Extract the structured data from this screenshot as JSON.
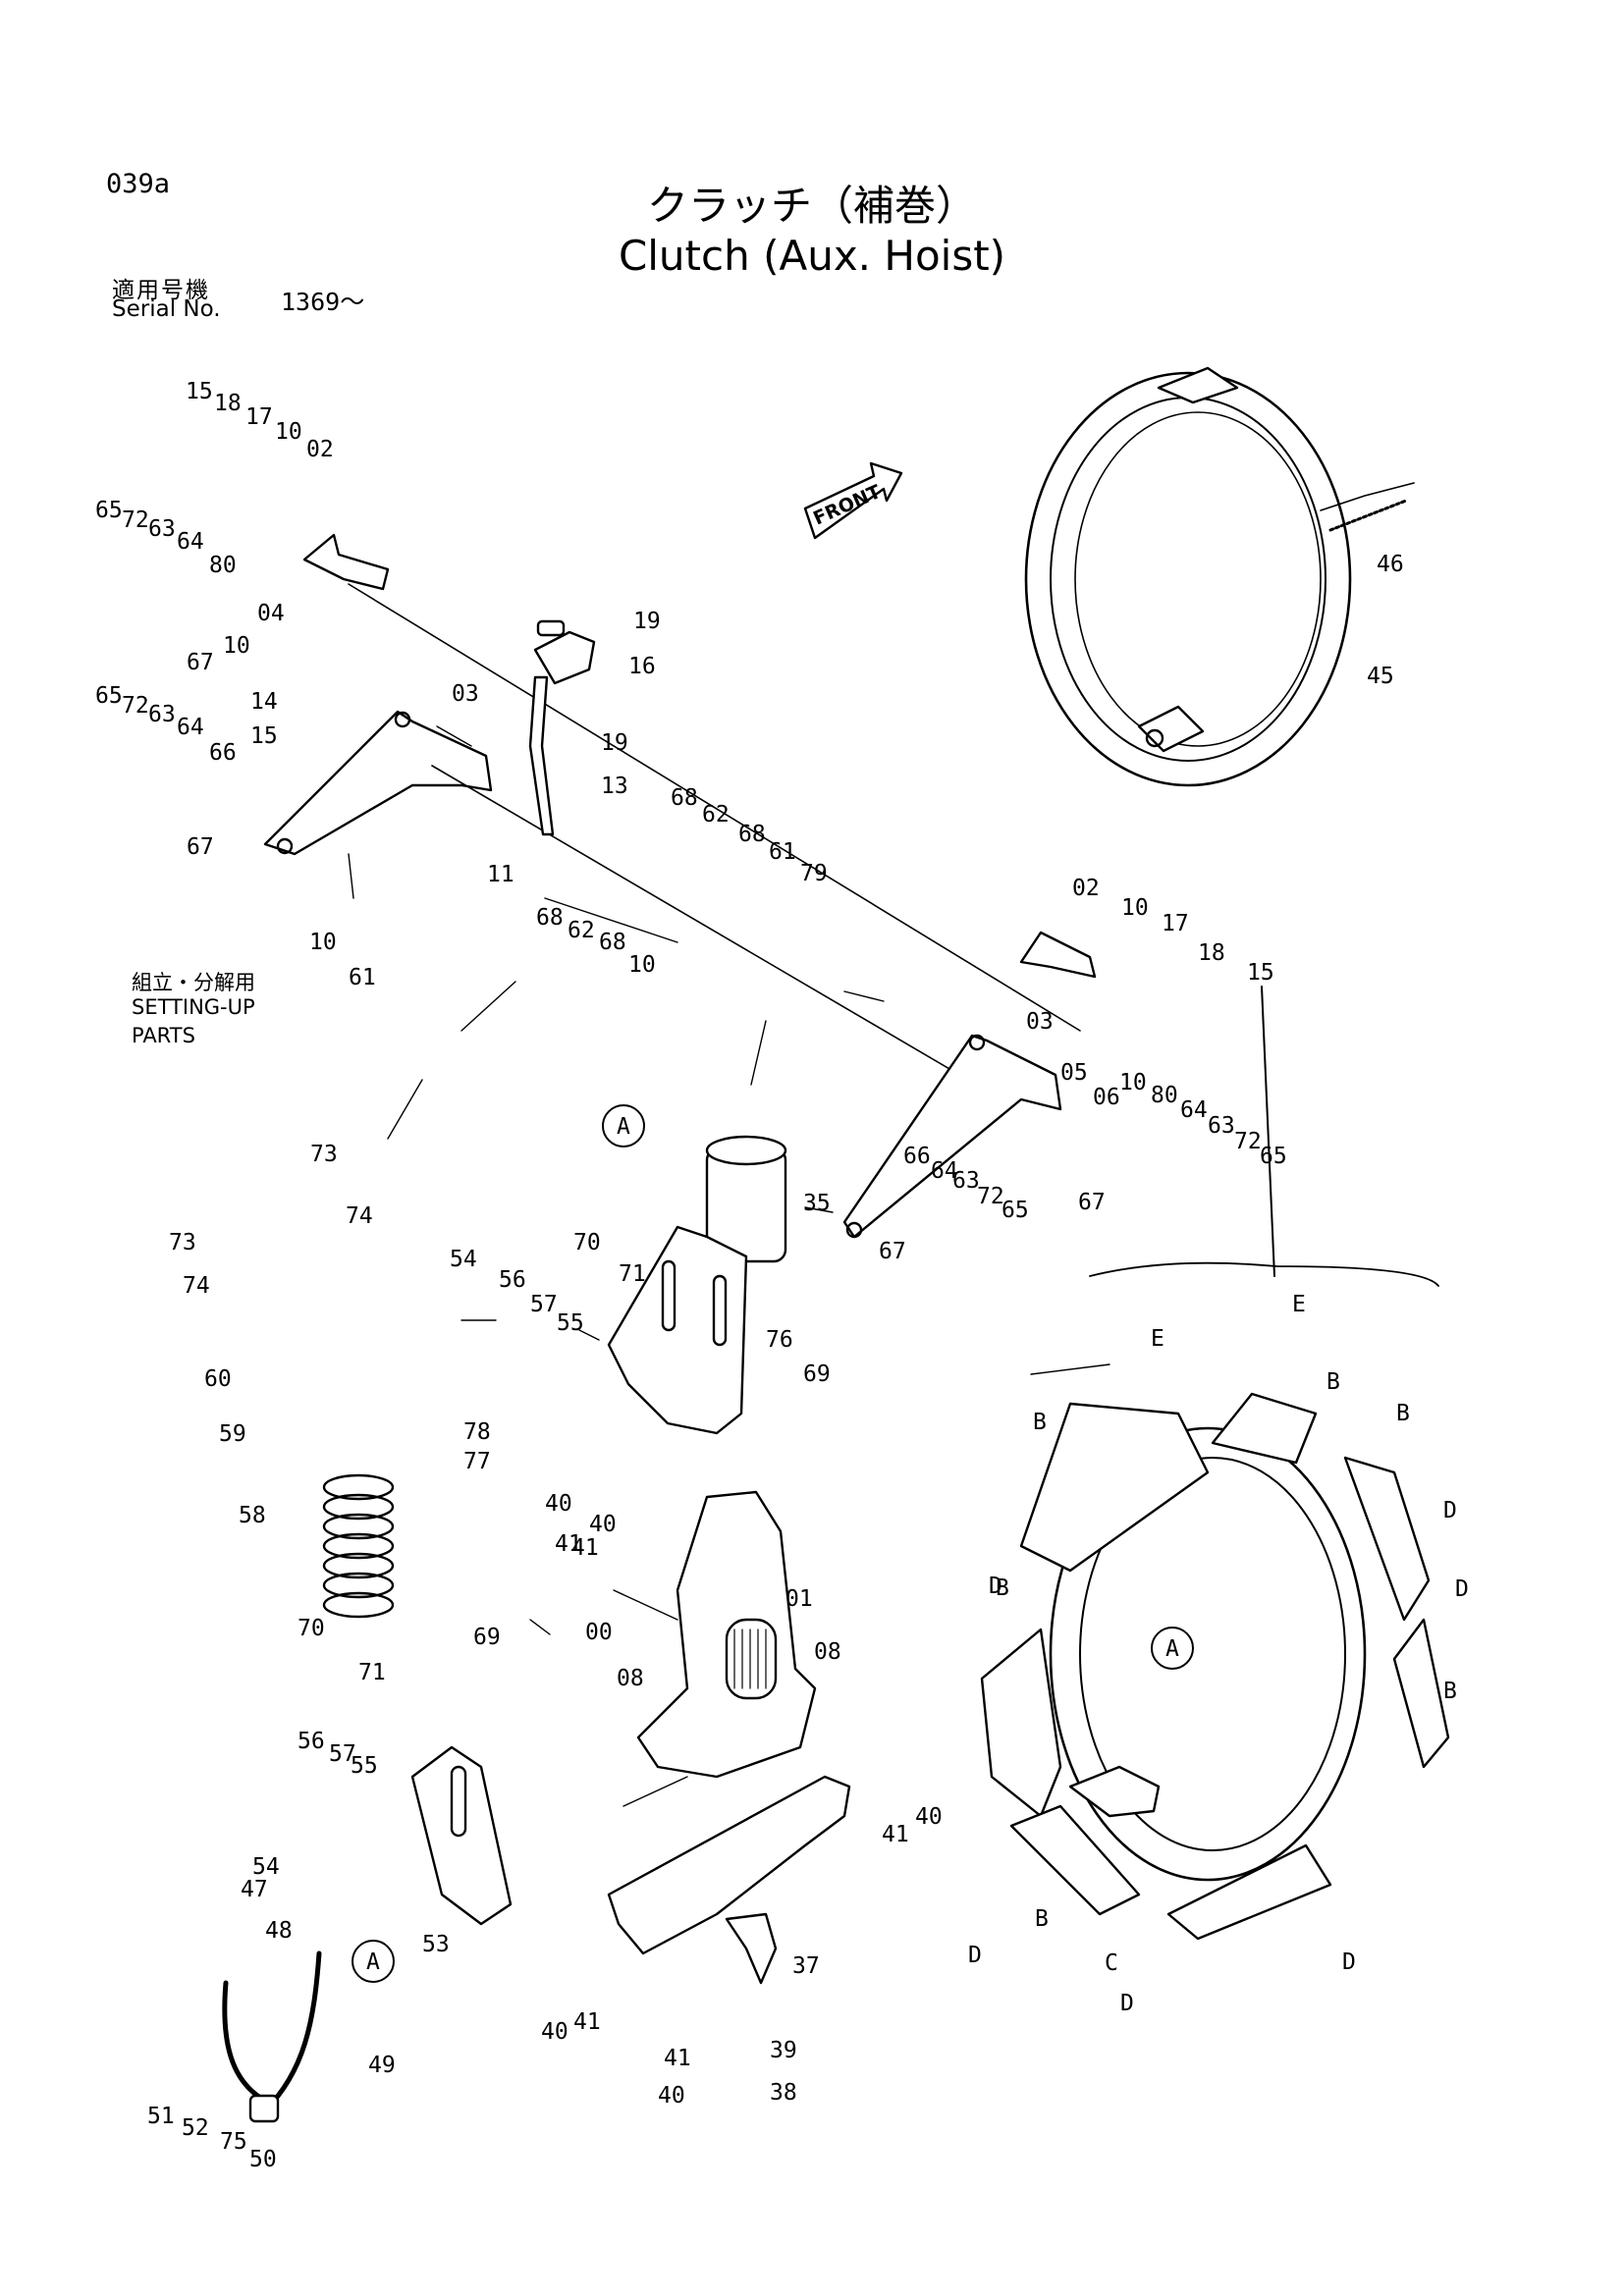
{
  "header": {
    "page_code": "039a",
    "title_jp": "クラッチ（補巻）",
    "title_en": "Clutch (Aux. Hoist)",
    "serial_label_jp": "適用号機",
    "serial_label_en": "Serial No.",
    "serial_value": "1369～"
  },
  "notes": {
    "front_label": "FRONT",
    "setup_jp": "組立・分解用",
    "setup_en_1": "SETTING-UP",
    "setup_en_2": "PARTS"
  },
  "callouts": [
    "15",
    "18",
    "17",
    "10",
    "02",
    "65",
    "72",
    "63",
    "64",
    "80",
    "04",
    "67",
    "10",
    "19",
    "16",
    "65",
    "72",
    "63",
    "64",
    "66",
    "14",
    "15",
    "03",
    "19",
    "13",
    "67",
    "11",
    "10",
    "61",
    "68",
    "62",
    "68",
    "61",
    "79",
    "68",
    "62",
    "68",
    "10",
    "46",
    "45",
    "02",
    "10",
    "17",
    "18",
    "15",
    "03",
    "05",
    "06",
    "10",
    "80",
    "64",
    "63",
    "72",
    "65",
    "66",
    "64",
    "63",
    "72",
    "65",
    "67",
    "67",
    "A",
    "35",
    "73",
    "74",
    "73",
    "74",
    "70",
    "71",
    "76",
    "69",
    "54",
    "56",
    "57",
    "55",
    "60",
    "59",
    "78",
    "77",
    "40",
    "40",
    "41",
    "41",
    "58",
    "00",
    "01",
    "08",
    "08",
    "70",
    "71",
    "69",
    "56",
    "57",
    "55",
    "54",
    "53",
    "47",
    "48",
    "A",
    "40",
    "41",
    "37",
    "41",
    "39",
    "40",
    "38",
    "49",
    "51",
    "52",
    "75",
    "50",
    "41",
    "40",
    "E",
    "E",
    "B",
    "B",
    "B",
    "D",
    "D",
    "D",
    "B",
    "A",
    "B",
    "B",
    "D",
    "D",
    "C",
    "D",
    "D",
    "B"
  ]
}
